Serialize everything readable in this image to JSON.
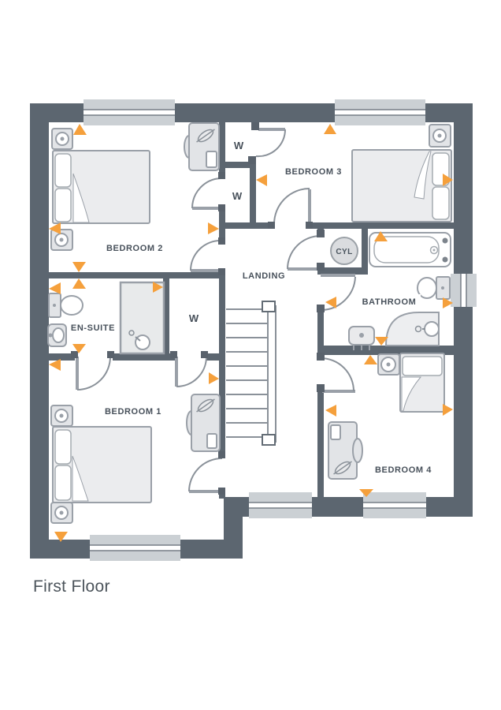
{
  "plan": {
    "floor_label": "First Floor",
    "rooms": {
      "bedroom1": "BEDROOM 1",
      "bedroom2": "BEDROOM 2",
      "bedroom3": "BEDROOM 3",
      "bedroom4": "BEDROOM 4",
      "landing": "LANDING",
      "bathroom": "BATHROOM",
      "ensuite": "EN-SUITE",
      "cylinder": "CYL",
      "wardrobe": "W"
    },
    "colors": {
      "wall": "#5C6670",
      "radiator_accent": "#F5A03C",
      "furniture_stroke": "#9AA0A8",
      "furniture_fill": "#E9EAEC",
      "window_fill": "#CBD0D4",
      "label_text": "#47505A"
    }
  }
}
